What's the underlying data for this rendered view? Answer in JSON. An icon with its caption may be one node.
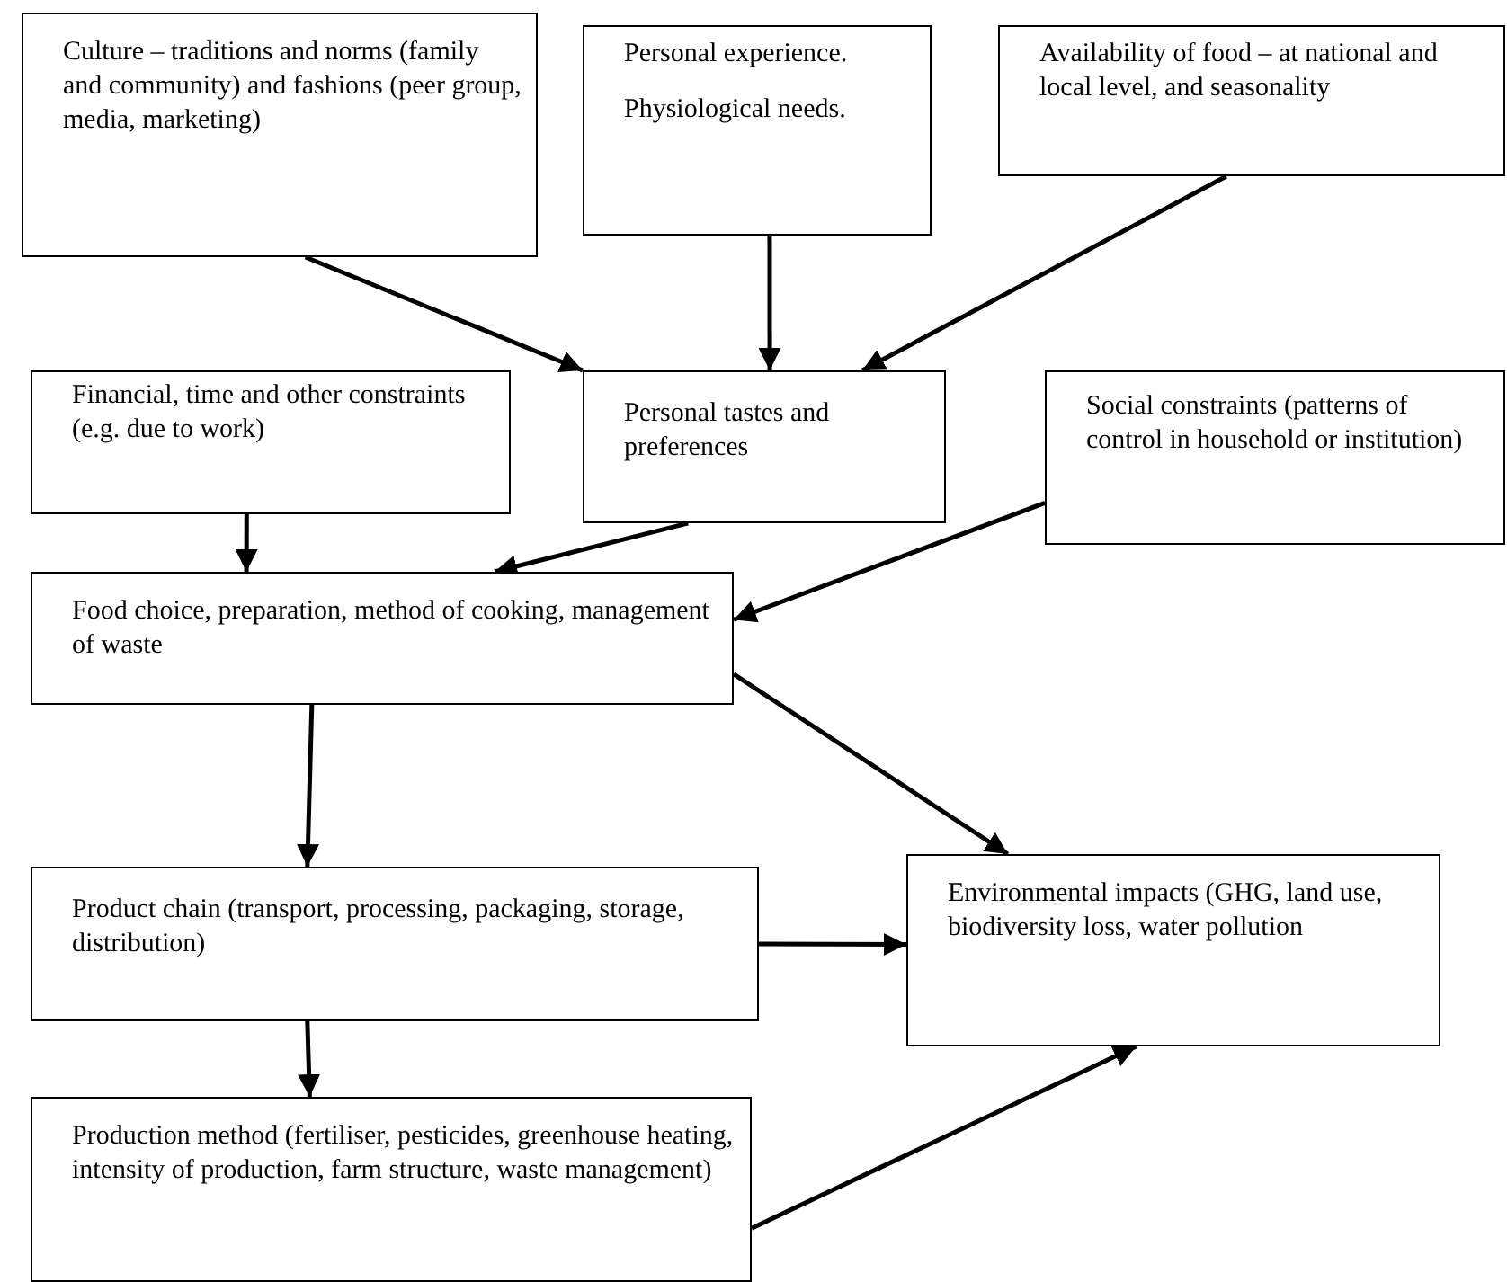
{
  "diagram": {
    "nodes": [
      {
        "text": [
          "Culture – traditions and norms (family and community) and fashions (peer group, media, marketing)"
        ]
      },
      {
        "text": [
          "Personal experience.",
          "Physiological needs."
        ]
      },
      {
        "text": [
          "Availability of food – at national and local level, and seasonality"
        ]
      },
      {
        "text": [
          "Personal tastes and preferences"
        ]
      },
      {
        "text": [
          "Financial, time and other constraints (e.g. due to work)"
        ]
      },
      {
        "text": [
          "Social constraints (patterns of control in household or institution)"
        ]
      },
      {
        "text": [
          "Food choice, preparation, method of cooking, management of waste"
        ]
      },
      {
        "text": [
          "Product chain (transport, processing, packaging, storage, distribution)"
        ]
      },
      {
        "text": [
          "Environmental impacts (GHG, land use, biodiversity loss, water pollution"
        ]
      },
      {
        "text": [
          "Production method (fertiliser, pesticides, greenhouse heating, intensity of production, farm structure, waste management)"
        ]
      }
    ],
    "edges": [
      {
        "from": 0,
        "to": 3,
        "arrow": "to"
      },
      {
        "from": 1,
        "to": 3,
        "arrow": "to"
      },
      {
        "from": 2,
        "to": 3,
        "arrow": "to"
      },
      {
        "from": 4,
        "to": 6,
        "arrow": "to"
      },
      {
        "from": 3,
        "to": 6,
        "arrow": "to"
      },
      {
        "from": 5,
        "to": 6,
        "arrow": "to"
      },
      {
        "from": 6,
        "to": 8,
        "arrow": "to"
      },
      {
        "from": 6,
        "to": 7,
        "arrow": "to"
      },
      {
        "from": 7,
        "to": 8,
        "arrow": "to"
      },
      {
        "from": 7,
        "to": 9,
        "arrow": "to"
      },
      {
        "from": 9,
        "to": 8,
        "arrow": "to"
      }
    ]
  }
}
